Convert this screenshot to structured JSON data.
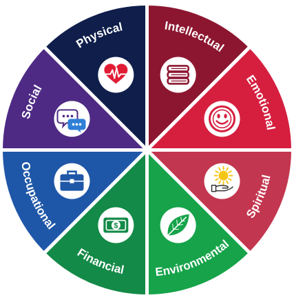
{
  "wheel": {
    "background": "#ffffff",
    "icon_disc_color": "#ffffff",
    "segments": [
      {
        "label": "Physical",
        "color": "#0f1e4a",
        "icon": "heart-with-pulse-icon"
      },
      {
        "label": "Intellectual",
        "color": "#8c1630",
        "icon": "stack-of-books-icon"
      },
      {
        "label": "Emotional",
        "color": "#d61f3f",
        "icon": "smiley-face-icon"
      },
      {
        "label": "Spiritual",
        "color": "#c3364f",
        "icon": "sun-over-open-hand-icon"
      },
      {
        "label": "Environmental",
        "color": "#16a34a",
        "icon": "leaf-icon"
      },
      {
        "label": "Financial",
        "color": "#138a47",
        "icon": "dollar-bill-icon"
      },
      {
        "label": "Occupational",
        "color": "#1f57a8",
        "icon": "briefcase-icon"
      },
      {
        "label": "Social",
        "color": "#4e2a85",
        "icon": "chat-bubbles-icon"
      }
    ]
  }
}
